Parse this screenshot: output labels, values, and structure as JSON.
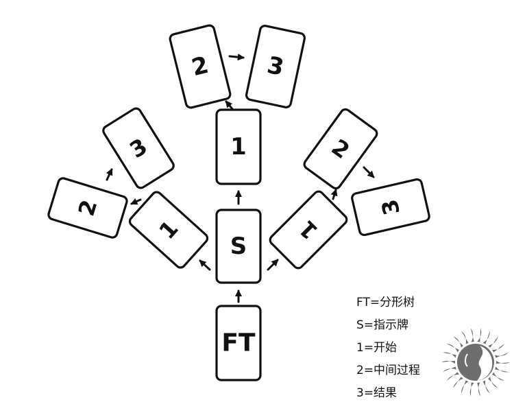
{
  "cards": {
    "ft": "FT",
    "s": "S",
    "center_1": "1",
    "top_2": "2",
    "top_3": "3",
    "left_1": "1",
    "left_2": "2",
    "left_3": "3",
    "right_1": "1",
    "right_2": "2",
    "right_3": "3"
  },
  "legend": [
    "FT=分形树",
    "S=指示牌",
    "1=开始",
    "2=中间过程",
    "3=结果"
  ],
  "colors": {
    "stroke": "#111111",
    "background": "#ffffff",
    "logo": "#6e6e6e"
  },
  "icons": {
    "logo": "sun-face-logo-icon"
  }
}
